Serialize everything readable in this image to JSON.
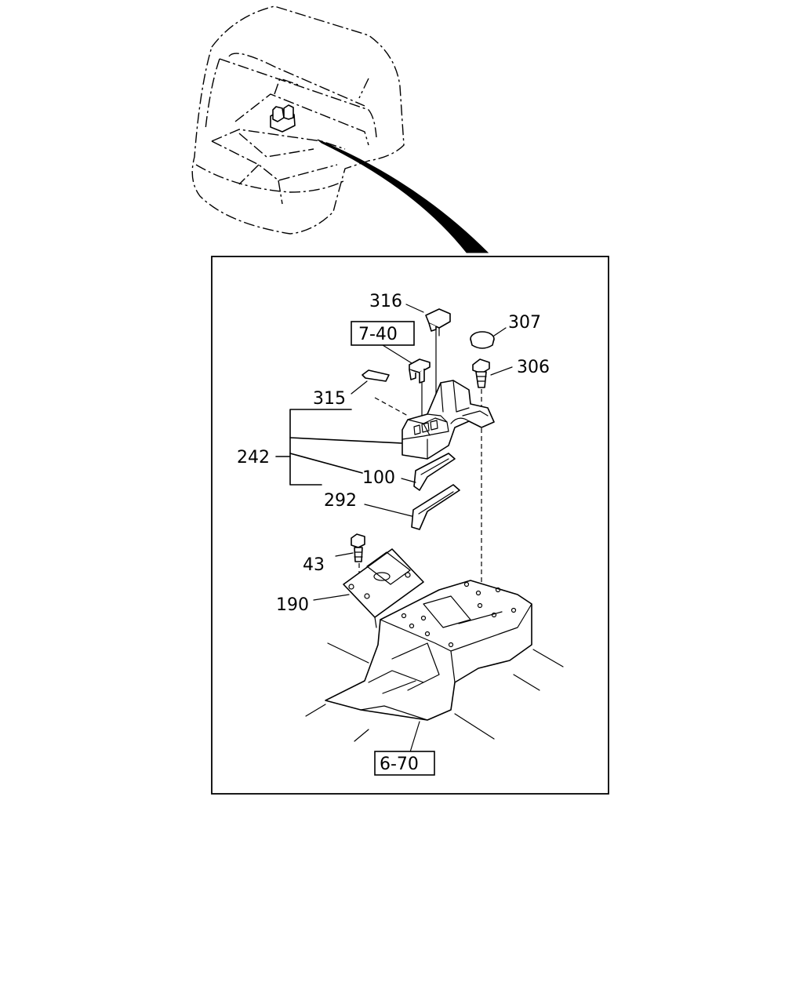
{
  "labels": {
    "p316": "316",
    "p307": "307",
    "p306": "306",
    "p315": "315",
    "p242": "242",
    "p100": "100",
    "p292": "292",
    "p43": "43",
    "p190": "190"
  },
  "references": {
    "ref_7_40": "7-40",
    "ref_6_70": "6-70"
  }
}
